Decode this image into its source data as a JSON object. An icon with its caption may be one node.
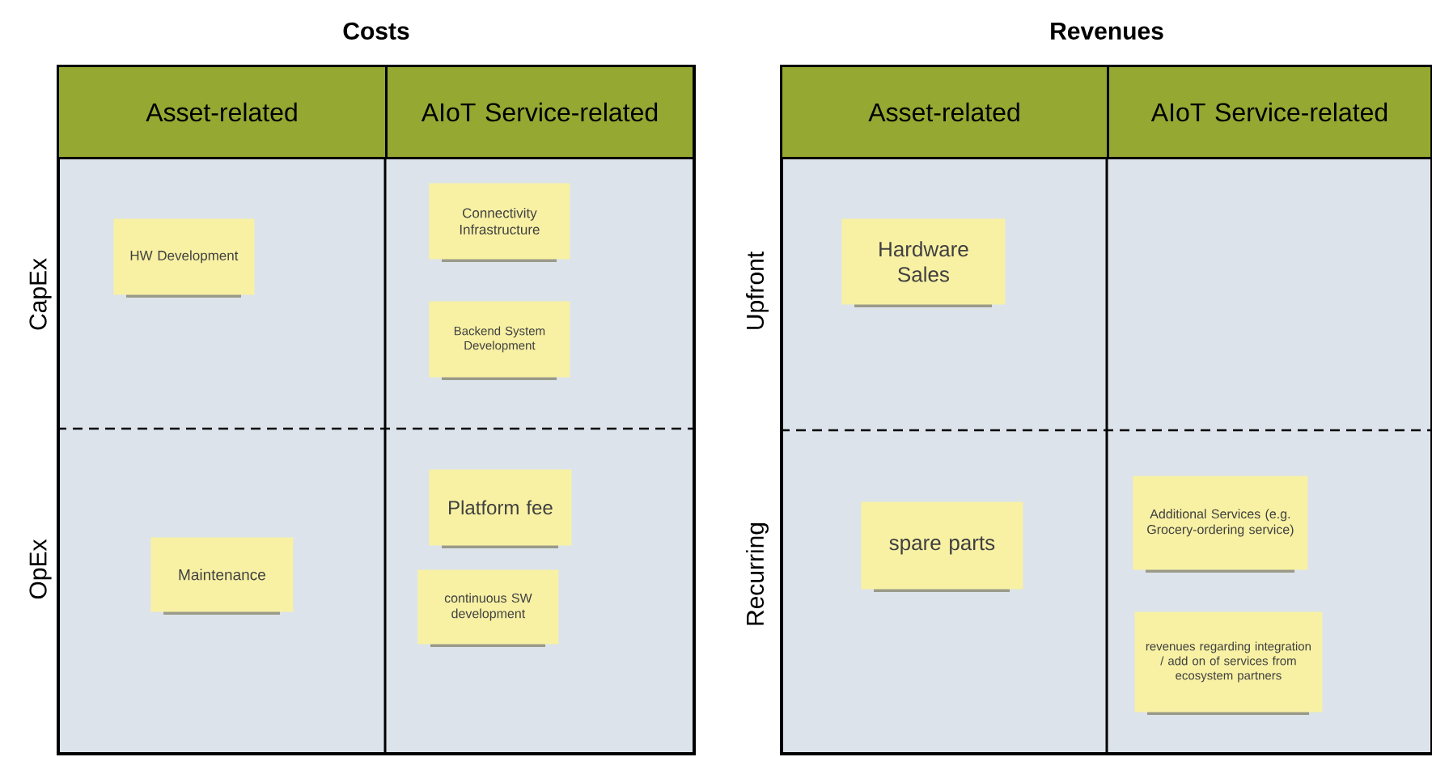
{
  "diagram": {
    "nodes": [
      {
        "text": [
          "Costs"
        ]
      },
      {
        "text": [
          "Asset-related"
        ],
        "in": 0
      },
      {
        "text": [
          "AIoT Service-related"
        ],
        "in": 0
      },
      {
        "text": [
          "HW Development"
        ],
        "in": 0
      },
      {
        "text": [
          "Connectivity Infrastructure"
        ],
        "in": 0
      },
      {
        "text": [
          "Backend System Development"
        ],
        "in": 0
      },
      {
        "text": [
          "Platform fee"
        ],
        "in": 0
      },
      {
        "text": [
          "Maintenance"
        ],
        "in": 0
      },
      {
        "text": [
          "continuous SW development"
        ],
        "in": 0
      },
      {
        "text": [
          "Revenues"
        ]
      },
      {
        "text": [
          "Asset-related"
        ],
        "in": 9
      },
      {
        "text": [
          "AIoT Service-related"
        ],
        "in": 9
      },
      {
        "text": [
          "Hardware Sales"
        ],
        "in": 9
      },
      {
        "text": [
          "spare parts"
        ],
        "in": 9
      },
      {
        "text": [
          "Additional Services (e.g. Grocery-ordering service)"
        ],
        "in": 9
      },
      {
        "text": [
          "revenues regarding integration / add on of services from ecosystem partners"
        ],
        "in": 9
      }
    ],
    "edges": [],
    "labels": [
      "CapEx",
      "OpEx",
      "Upfront",
      "Recurring"
    ]
  }
}
